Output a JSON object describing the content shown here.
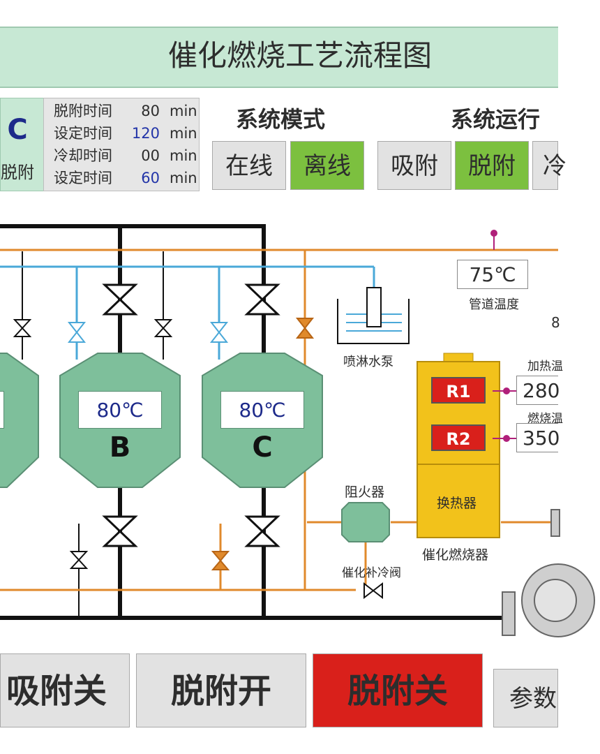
{
  "header": {
    "title": "催化燃烧工艺流程图"
  },
  "status_panel": {
    "current_tank": "C",
    "current_mode": "脱附"
  },
  "times": [
    {
      "label": "脱附时间",
      "value": "80",
      "unit": "min",
      "highlight": false
    },
    {
      "label": "设定时间",
      "value": "120",
      "unit": "min",
      "highlight": true
    },
    {
      "label": "冷却时间",
      "value": "00",
      "unit": "min",
      "highlight": false
    },
    {
      "label": "设定时间",
      "value": "60",
      "unit": "min",
      "highlight": true
    }
  ],
  "system_mode": {
    "title": "系统模式",
    "options": [
      {
        "label": "在线",
        "active": false
      },
      {
        "label": "离线",
        "active": true
      }
    ]
  },
  "system_run": {
    "title": "系统运行",
    "options": [
      {
        "label": "吸附",
        "active": false
      },
      {
        "label": "脱附",
        "active": true
      },
      {
        "label": "冷",
        "active": false
      }
    ]
  },
  "diagram": {
    "tanks": [
      {
        "letter": "",
        "temp": "℃"
      },
      {
        "letter": "B",
        "temp": "80℃"
      },
      {
        "letter": "C",
        "temp": "80℃"
      }
    ],
    "pipe_temp": {
      "value": "75℃",
      "label": "管道温度"
    },
    "edge_partial_number": "8",
    "spray_pump_label": "喷淋水泵",
    "flame_arrestor_label": "阻火器",
    "catalytic_valve_label": "催化补冷阀",
    "burner_label": "催化燃烧器",
    "heat_exchanger_label": "换热器",
    "r1": {
      "label": "R1",
      "temp": "280",
      "temp_label": "加热温"
    },
    "r2": {
      "label": "R2",
      "temp": "350",
      "temp_label": "燃烧温"
    }
  },
  "buttons": {
    "adsorb_off": "吸附关",
    "desorb_on": "脱附开",
    "desorb_off": "脱附关",
    "params": "参数"
  },
  "colors": {
    "title_bg": "#c7e8d4",
    "green_active": "#7cc03f",
    "red_active": "#d9201b",
    "tank": "#7ebf9b",
    "orange_pipe": "#e08a2c",
    "blue_pipe": "#4aa8d8"
  }
}
